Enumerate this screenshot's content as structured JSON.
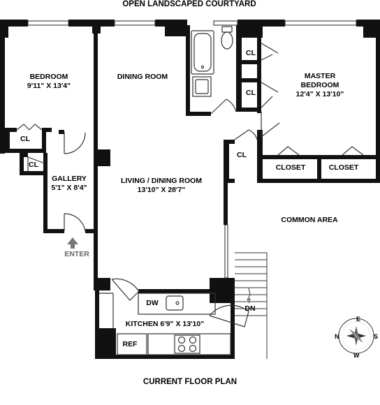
{
  "labels": {
    "top_title": "OPEN LANDSCAPED COURTYARD",
    "bottom_title": "CURRENT FLOOR PLAN",
    "bedroom": "BEDROOM",
    "bedroom_dims": "9'11\" X 13'4\"",
    "dining_room": "DINING ROOM",
    "master_bedroom_1": "MASTER",
    "master_bedroom_2": "BEDROOM",
    "master_bedroom_dims": "12'4\" X 13'10\"",
    "living_dining": "LIVING / DINING ROOM",
    "living_dining_dims": "13'10\" X 28'7\"",
    "gallery": "GALLERY",
    "gallery_dims": "5'1\" X 8'4\"",
    "common_area": "COMMON AREA",
    "closet_1": "CLOSET",
    "closet_2": "CLOSET",
    "cl_bedroom": "CL",
    "cl_gallery": "CL",
    "cl_master_top": "CL",
    "cl_master_mid": "CL",
    "cl_hall": "CL",
    "enter": "ENTER",
    "dn": "DN",
    "dw": "DW",
    "kitchen": "KITCHEN 6'9\" X 13'10\"",
    "ref": "REF"
  },
  "compass": {
    "n": "N",
    "s": "S",
    "e": "E",
    "w": "W"
  },
  "colors": {
    "wall": "#111111",
    "line": "#333333",
    "enter_arrow": "#777777"
  }
}
